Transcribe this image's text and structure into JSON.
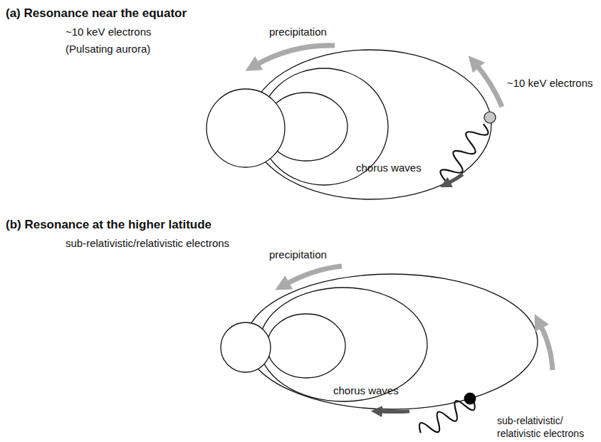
{
  "diagram": {
    "labels": [
      "(a) Resonance near the equator",
      "~10 keV electrons",
      "(Pulsating aurora)",
      "precipitation",
      "~10 keV electrons",
      "chorus waves",
      "(b) Resonance at the higher latitude",
      "sub-relativistic/relativistic electrons",
      "precipitation",
      "sub-relativistic/ relativistic electrons",
      "chorus waves"
    ]
  }
}
